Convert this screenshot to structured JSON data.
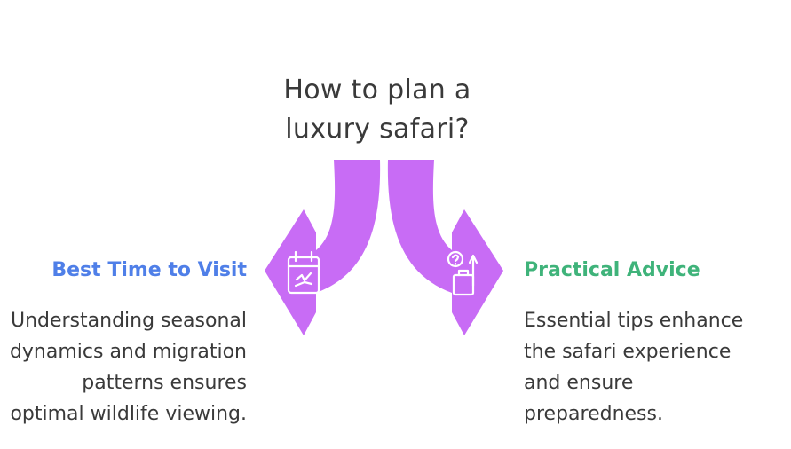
{
  "title": "How to plan a luxury safari?",
  "branches": [
    {
      "heading": "Best Time to Visit",
      "description": "Understanding seasonal dynamics and migration patterns ensures optimal wildlife viewing.",
      "icon": "calendar-icon",
      "color": "#4f7fe8"
    },
    {
      "heading": "Practical Advice",
      "description": "Essential tips enhance the safari experience and ensure preparedness.",
      "icon": "luggage-icon",
      "color": "#3fb37a"
    }
  ],
  "arrow_color": "#c86cf5",
  "icon_color": "#ffffff"
}
